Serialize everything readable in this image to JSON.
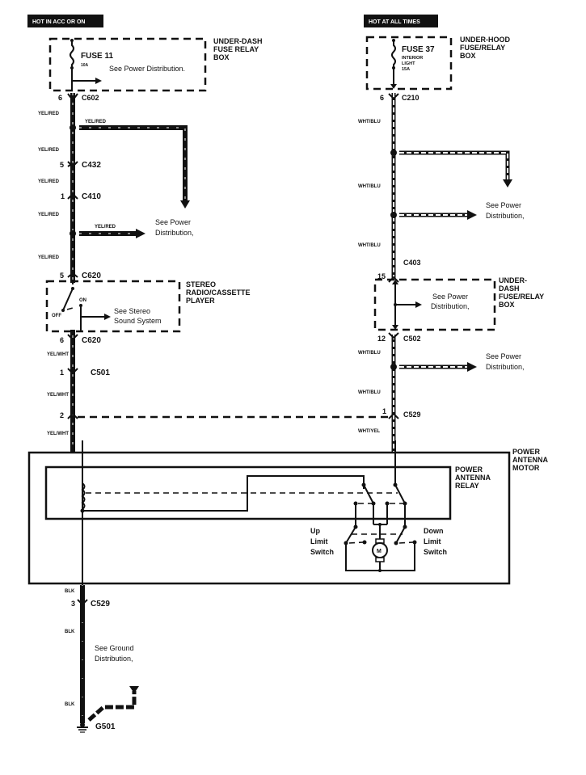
{
  "title": "Power Antenna Motor Wiring Diagram",
  "headers": {
    "left": "HOT IN ACC OR ON",
    "right": "HOT AT ALL TIMES"
  },
  "left_circuit": {
    "fuse_box_label": [
      "UNDER-DASH",
      "FUSE RELAY",
      "BOX"
    ],
    "fuse_name": "FUSE 11",
    "fuse_rating": "10A",
    "fuse_note": "See Power Distribution.",
    "connectors": [
      {
        "pin": "6",
        "id": "C602"
      },
      {
        "pin": "5",
        "id": "C432"
      },
      {
        "pin": "1",
        "id": "C410"
      },
      {
        "pin": "5",
        "id": "C620"
      },
      {
        "pin": "6",
        "id": "C620"
      },
      {
        "pin": "1",
        "id": "C501"
      },
      {
        "pin": "2",
        "id": ""
      },
      {
        "pin": "3",
        "id": "C529"
      }
    ],
    "wire_colors": {
      "yel_red": "YEL/RED",
      "yel_wht": "YEL/WHT",
      "blk": "BLK"
    },
    "branch_note": [
      "See Power",
      "Distribution,"
    ],
    "stereo_label": [
      "STEREO",
      "RADIO/CASSETTE",
      "PLAYER"
    ],
    "switch_on": "ON",
    "switch_off": "OFF",
    "stereo_note": [
      "See Stereo",
      "Sound System"
    ],
    "ground_note": [
      "See Ground",
      "Distribution,"
    ],
    "ground_id": "G501"
  },
  "right_circuit": {
    "fuse_box_label": [
      "UNDER-HOOD",
      "FUSE/RELAY",
      "BOX"
    ],
    "fuse_name": "FUSE 37",
    "fuse_desc": [
      "INTERIOR",
      "LIGHT",
      "15A"
    ],
    "connectors": [
      {
        "pin": "6",
        "id": "C210"
      },
      {
        "pin": "",
        "id": "C403"
      },
      {
        "pin": "15",
        "id": ""
      },
      {
        "pin": "12",
        "id": "C502"
      },
      {
        "pin": "1",
        "id": "C529"
      }
    ],
    "wire_colors": {
      "wht_blu": "WHT/BLU",
      "wht_yel": "WHT/YEL"
    },
    "branch_note": [
      "See Power",
      "Distribution,"
    ],
    "dash_box_label": [
      "UNDER-",
      "DASH",
      "FUSE/RELAY",
      "BOX"
    ],
    "dash_box_note": [
      "See Power",
      "Distribution,"
    ]
  },
  "motor_assembly": {
    "outer_label": [
      "POWER",
      "ANTENNA",
      "MOTOR"
    ],
    "relay_label": [
      "POWER",
      "ANTENNA",
      "RELAY"
    ],
    "up_switch": [
      "Up",
      "Limit",
      "Switch"
    ],
    "down_switch": [
      "Down",
      "Limit",
      "Switch"
    ],
    "motor_symbol": "M"
  }
}
